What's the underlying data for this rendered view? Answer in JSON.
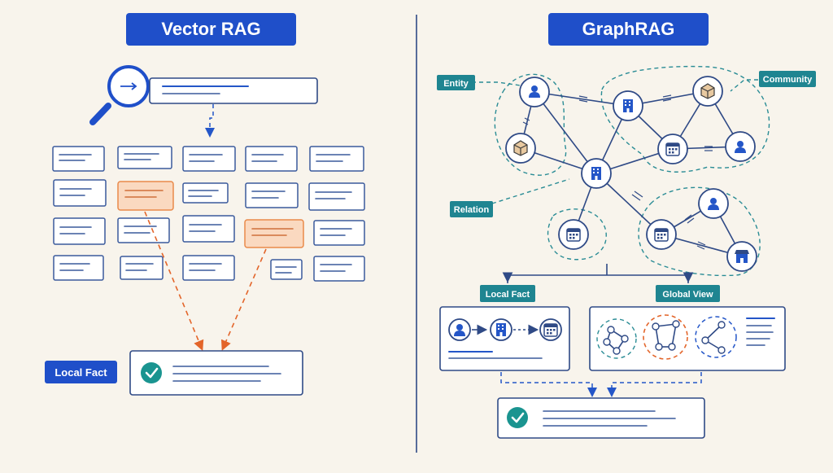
{
  "left": {
    "title": "Vector RAG",
    "result_label": "Local Fact"
  },
  "right": {
    "title": "GraphRAG",
    "entity_label": "Entity",
    "community_label": "Community",
    "relation_label": "Relation",
    "local_fact_label": "Local Fact",
    "global_view_label": "Global View"
  },
  "colors": {
    "primary_blue": "#1f4fc9",
    "teal": "#1f8591",
    "highlight_orange": "#e98a4a",
    "check_teal": "#1a9490",
    "background": "#f8f4ec"
  },
  "icons": [
    "search-icon",
    "person-icon",
    "building-icon",
    "box-icon",
    "calendar-icon",
    "store-icon",
    "check-icon"
  ]
}
